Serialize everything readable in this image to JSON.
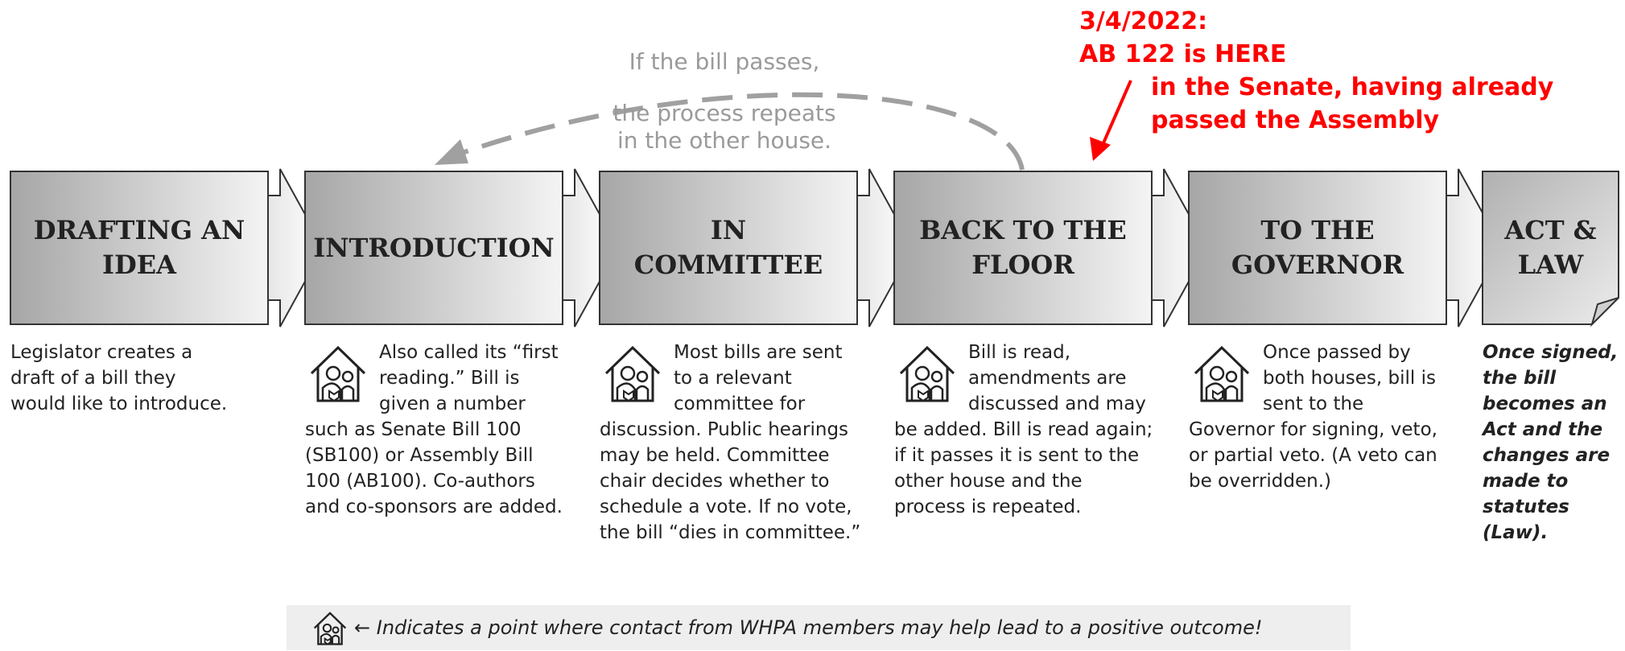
{
  "steps": [
    {
      "title": "DRAFTING AN\nIDEA",
      "description": "Legislator creates a\ndraft of a bill they\nwould like to introduce.",
      "contact_point": false
    },
    {
      "title": "INTRODUCTION",
      "description": "Also called its “first reading.” Bill is given a number such as Senate Bill 100 (SB100) or Assembly Bill 100 (AB100). Co-authors and co-sponsors are added.",
      "contact_point": true
    },
    {
      "title": "IN\nCOMMITTEE",
      "description": "Most bills are sent to a relevant committee for discussion. Public hearings may be held. Committee chair decides whether to schedule a vote. If no vote, the bill “dies in committee.”",
      "contact_point": true
    },
    {
      "title": "BACK TO THE\nFLOOR",
      "description": "Bill is read, amendments are discussed and may be added. Bill is read again; if it passes it is sent to the other house and the process is repeated.",
      "contact_point": true
    },
    {
      "title": "TO THE\nGOVERNOR",
      "description": "Once passed by both houses, bill is sent to the Governor for signing, veto, or partial veto. (A veto can be overridden.)",
      "contact_point": true
    },
    {
      "title": "ACT &\nLAW",
      "description": "Once signed,\nthe bill\nbecomes an\nAct and the\nchanges are\nmade to\nstatutes\n(Law).",
      "contact_point": false
    }
  ],
  "loop_note": {
    "line1": "If the bill passes,",
    "line2": "the process repeats\nin the other house."
  },
  "status_note": {
    "date": "3/4/2022:",
    "headline": "AB 122 is HERE",
    "detail": "in the Senate, having already\npassed the Assembly"
  },
  "legend": {
    "text": "← Indicates a point where contact from WHPA members may help lead to a positive outcome!"
  },
  "colors": {
    "alert": "#ff0000",
    "loop_arrow": "#a0a0a0",
    "box_dark": "#a6a6a6",
    "box_light": "#f4f4f4",
    "footer_bg": "#eeeeee"
  }
}
